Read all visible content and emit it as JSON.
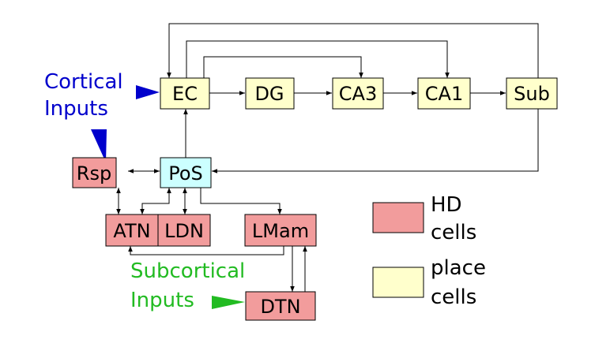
{
  "colors": {
    "place": "#ffffcc",
    "hd": "#f29c9c",
    "pos": "#ccffff",
    "cortical": "#0000cc",
    "subcortical": "#22bb22",
    "line": "#000000"
  },
  "nodes": {
    "ec": "EC",
    "dg": "DG",
    "ca3": "CA3",
    "ca1": "CA1",
    "sub": "Sub",
    "rsp": "Rsp",
    "pos": "PoS",
    "atn": "ATN",
    "ldn": "LDN",
    "lmam": "LMam",
    "dtn": "DTN"
  },
  "inputs": {
    "cortical_line1": "Cortical",
    "cortical_line2": "Inputs",
    "subcortical_line1": "Subcortical",
    "subcortical_line2": "Inputs"
  },
  "legend": {
    "hd_line1": "HD",
    "hd_line2": "cells",
    "place_line1": "place",
    "place_line2": "cells"
  }
}
